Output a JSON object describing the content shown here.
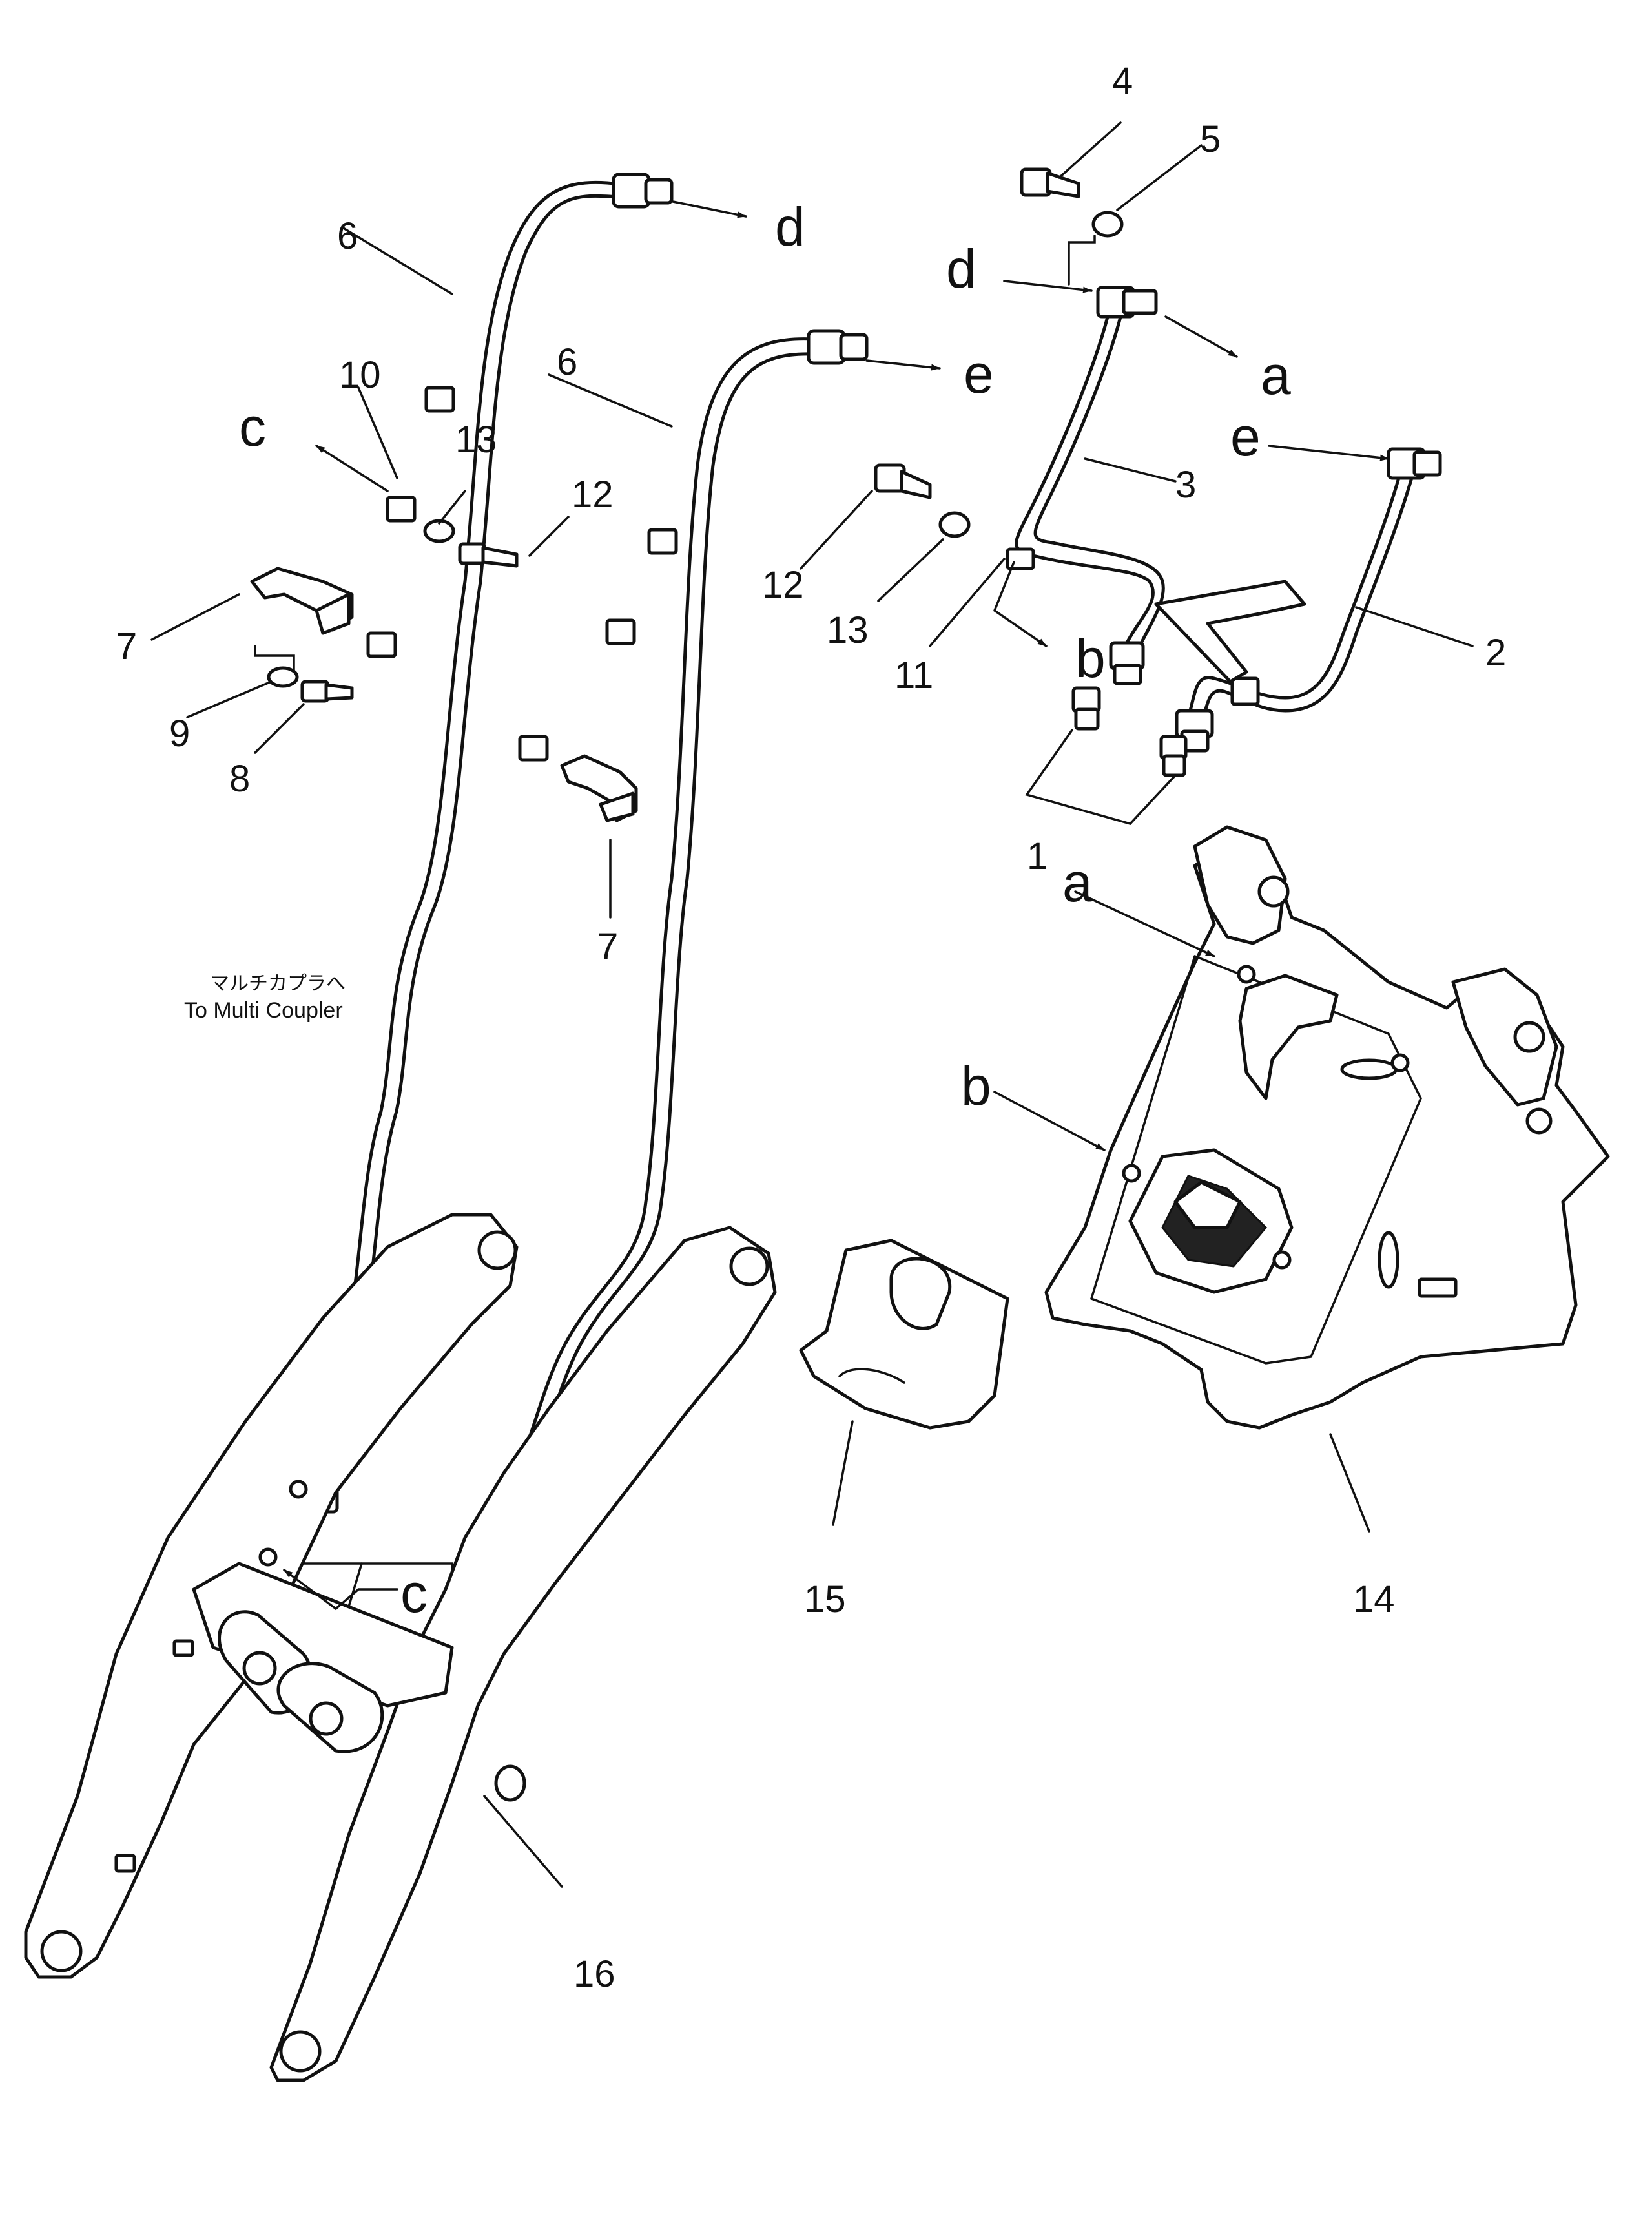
{
  "callouts": {
    "n1": "1",
    "n2": "2",
    "n3": "3",
    "n4": "4",
    "n5": "5",
    "n6a": "6",
    "n6b": "6",
    "n7a": "7",
    "n7b": "7",
    "n8": "8",
    "n9": "9",
    "n10": "10",
    "n11": "11",
    "n12a": "12",
    "n12b": "12",
    "n13a": "13",
    "n13b": "13",
    "n14": "14",
    "n15": "15",
    "n16": "16"
  },
  "connections": {
    "d_out": "d",
    "e_out": "e",
    "d_in": "d",
    "a_out": "a",
    "e_in": "e",
    "b_out": "b",
    "c_out": "c",
    "a_in": "a",
    "b_in": "b",
    "c_in": "c"
  },
  "note": {
    "japanese": "マルチカプラへ",
    "english": "To Multi Coupler"
  }
}
